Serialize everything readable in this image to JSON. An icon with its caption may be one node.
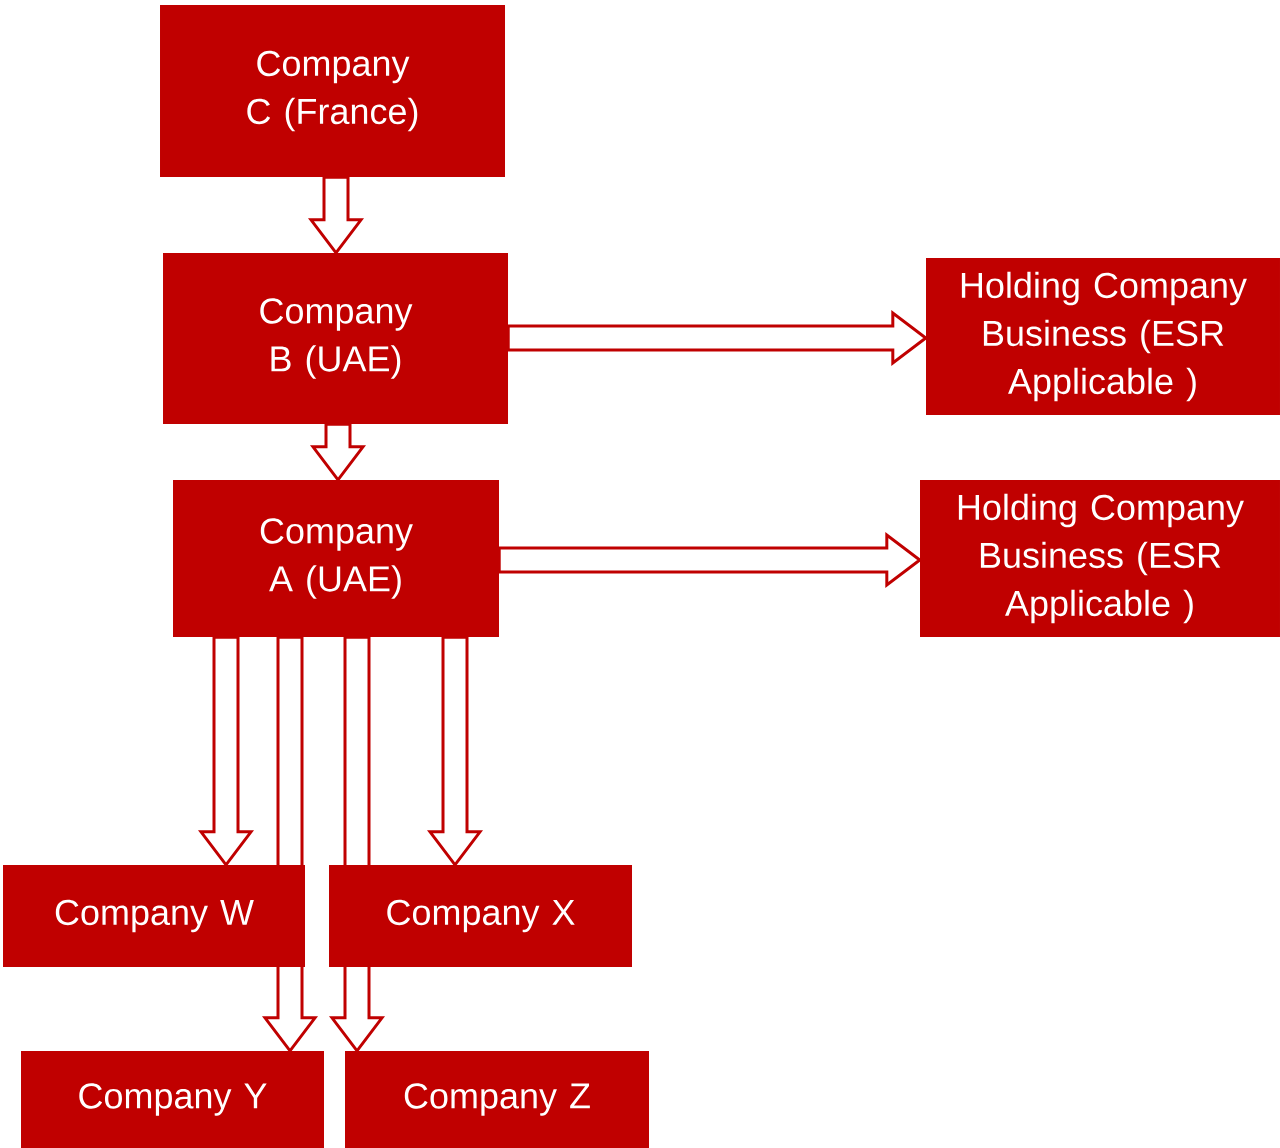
{
  "diagram": {
    "nodes": [
      {
        "text": [
          "Company C (France)"
        ]
      },
      {
        "text": [
          "Company B (UAE)"
        ]
      },
      {
        "text": [
          "Holding Company Business (ESR Applicable )"
        ]
      },
      {
        "text": [
          "Company A (UAE)"
        ]
      },
      {
        "text": [
          "Holding Company Business (ESR Applicable )"
        ]
      },
      {
        "text": [
          "Company W"
        ]
      },
      {
        "text": [
          "Company X"
        ]
      },
      {
        "text": [
          "Company Y"
        ]
      },
      {
        "text": [
          "Company Z"
        ]
      }
    ],
    "edges": [
      {
        "from": 0,
        "to": 1,
        "arrow": "to"
      },
      {
        "from": 1,
        "to": 2,
        "arrow": "to"
      },
      {
        "from": 1,
        "to": 3,
        "arrow": "to"
      },
      {
        "from": 3,
        "to": 4,
        "arrow": "to"
      },
      {
        "from": 3,
        "to": 5,
        "arrow": "to"
      },
      {
        "from": 3,
        "to": 6,
        "arrow": "to"
      },
      {
        "from": 3,
        "to": 7,
        "arrow": "to"
      },
      {
        "from": 3,
        "to": 8,
        "arrow": "to"
      }
    ]
  }
}
